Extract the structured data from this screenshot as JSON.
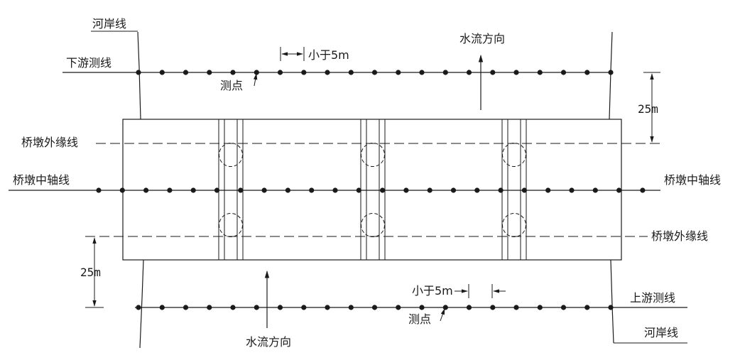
{
  "labels": {
    "bank_line_top": "河岸线",
    "downstream_line": "下游测线",
    "measure_point_top": "测点",
    "spacing_top": "小于5m",
    "flow_direction_top": "水流方向",
    "dim_25m_right": "25m",
    "pier_outer_line_left": "桥墩外缘线",
    "pier_axis_left": "桥墩中轴线",
    "pier_axis_right": "桥墩中轴线",
    "pier_outer_line_right": "桥墩外缘线",
    "dim_25m_left": "25m",
    "spacing_bottom": "小于5m",
    "upstream_line": "上游测线",
    "measure_point_bottom": "测点",
    "flow_direction_bottom": "水流方向",
    "bank_line_bottom": "河岸线"
  },
  "colors": {
    "line": "#1a1a1a",
    "background": "#ffffff"
  }
}
